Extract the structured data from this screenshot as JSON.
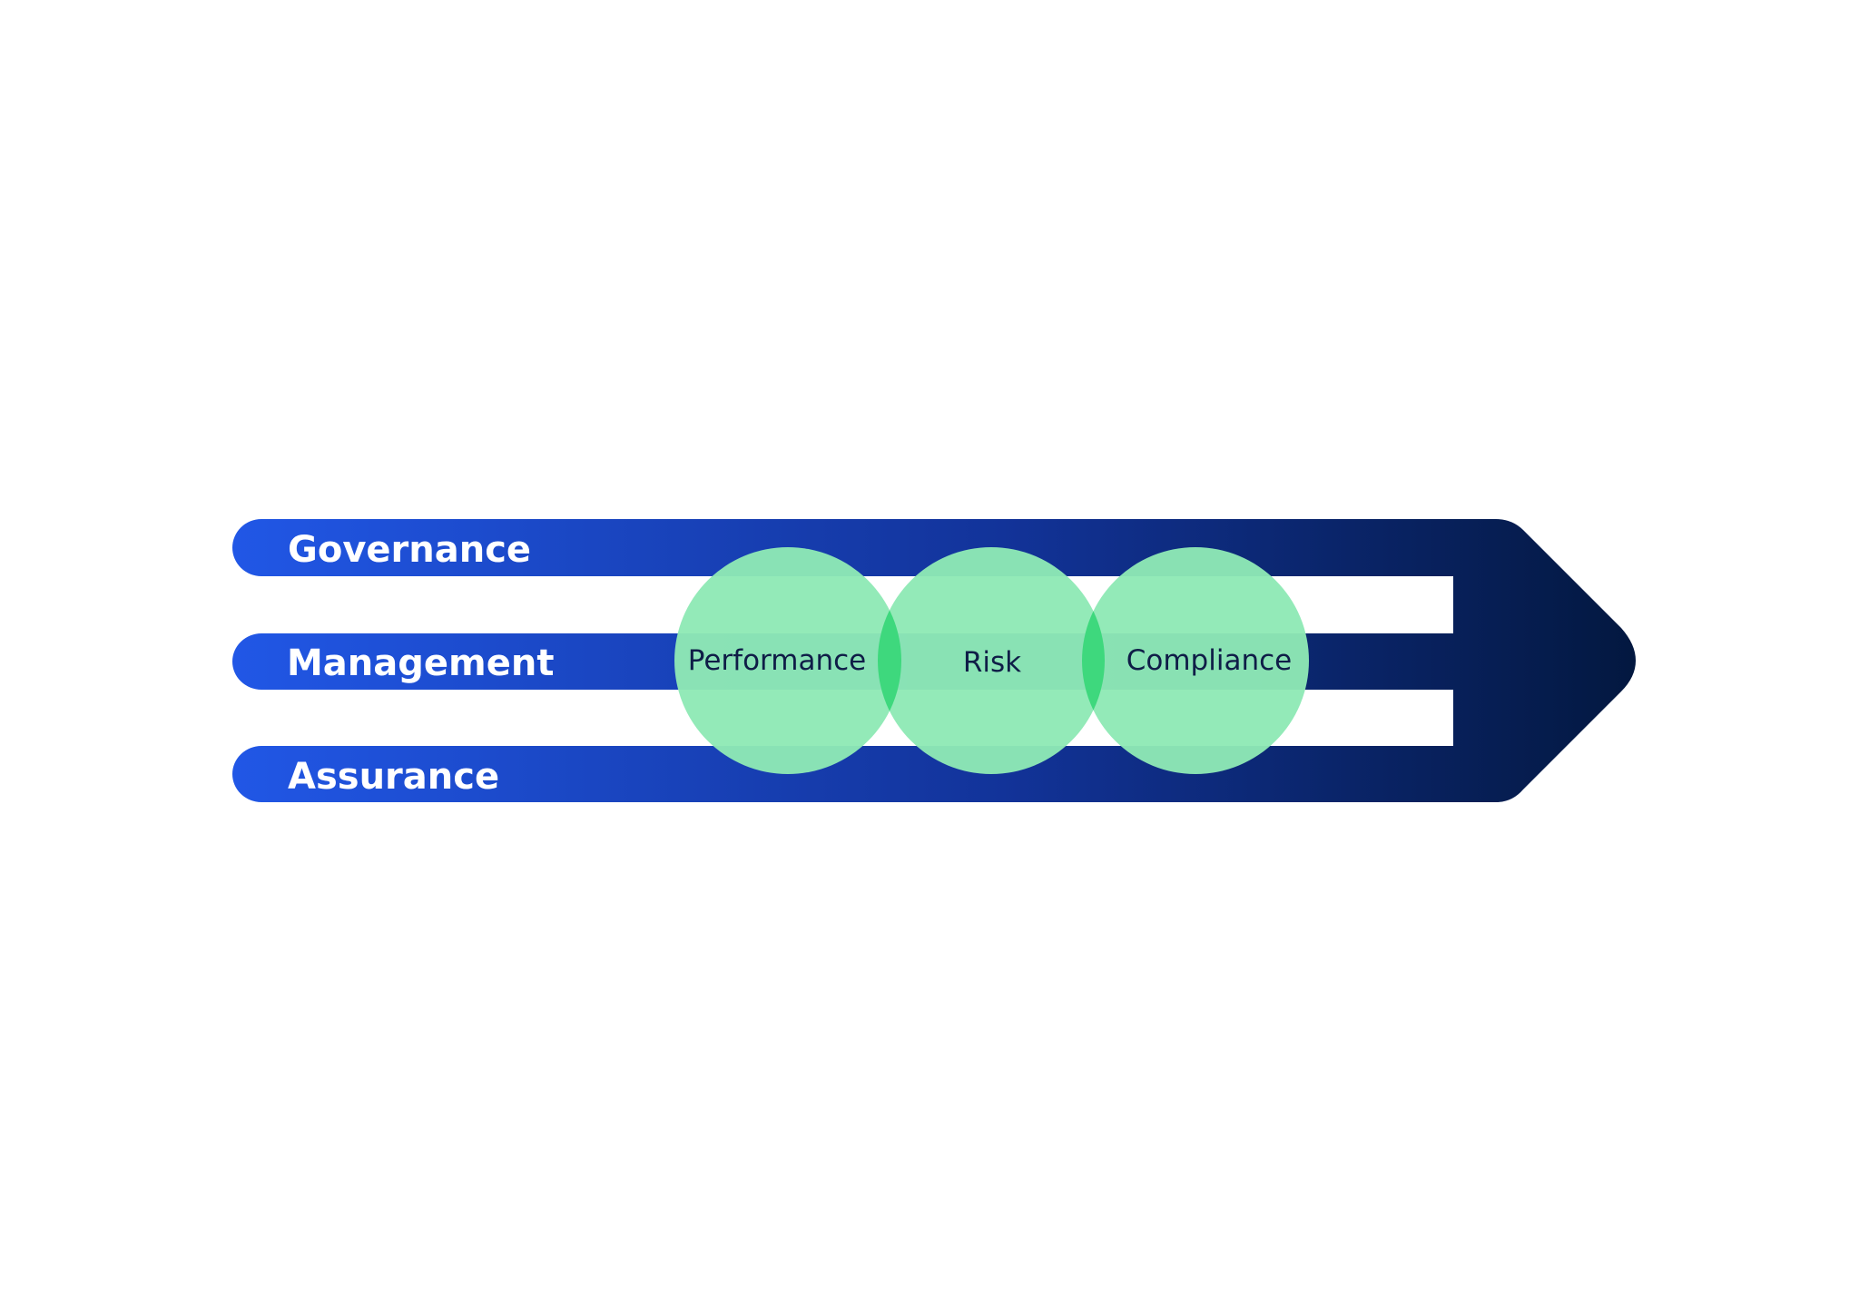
{
  "colors": {
    "bar_gradient_start": "#2157e6",
    "bar_gradient_mid": "#123399",
    "bar_gradient_end": "#031840",
    "circle_fill": "#8fe9b5",
    "circle_overlap": "#3ed87d",
    "circle_label_color": "#0f1d47",
    "bar_label_color": "#ffffff",
    "background": "#ffffff"
  },
  "bars": [
    {
      "id": "governance",
      "label": "Governance"
    },
    {
      "id": "management",
      "label": "Management"
    },
    {
      "id": "assurance",
      "label": "Assurance"
    }
  ],
  "circles": [
    {
      "id": "performance",
      "label": "Performance"
    },
    {
      "id": "risk",
      "label": "Risk"
    },
    {
      "id": "compliance",
      "label": "Compliance"
    }
  ],
  "arrow_icon": "right-arrow-head"
}
